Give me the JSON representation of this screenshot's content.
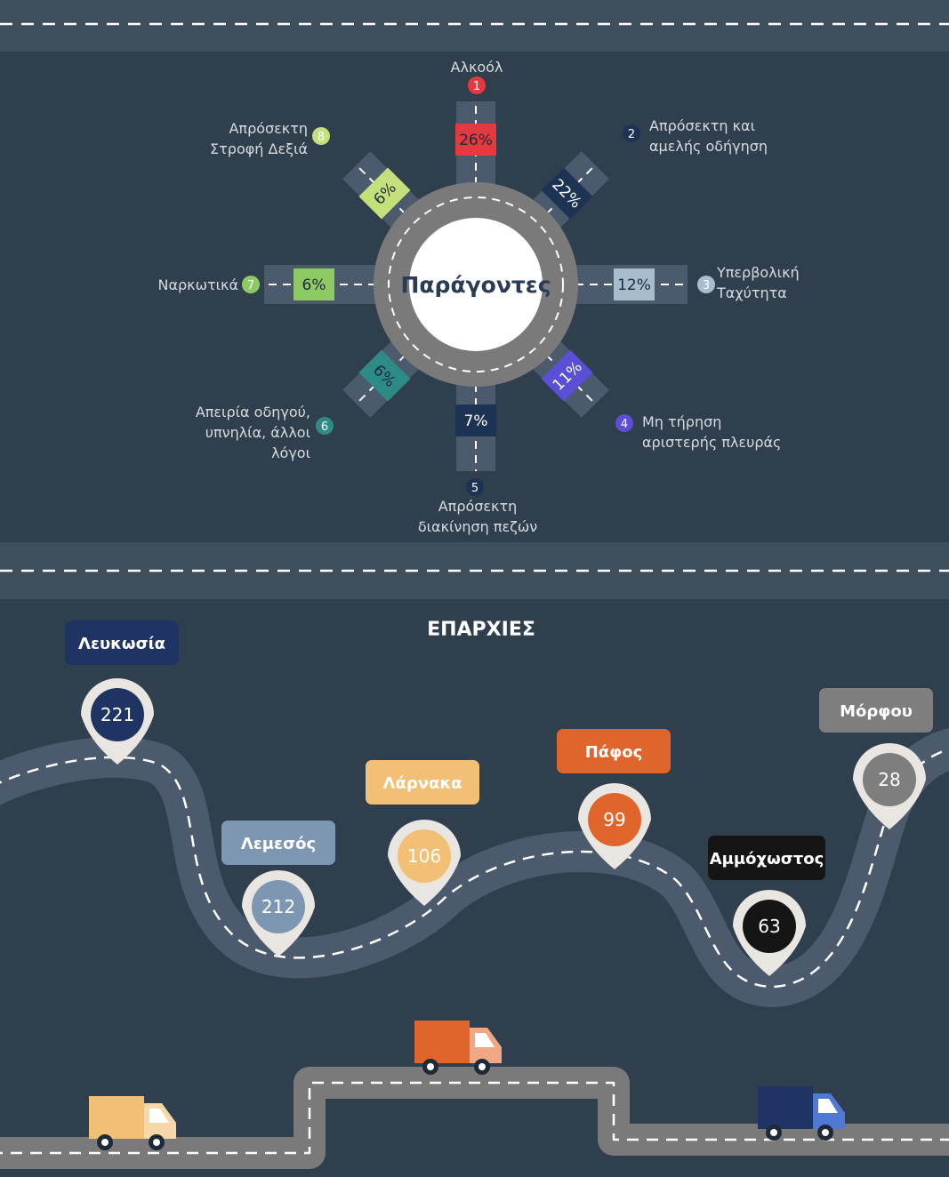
{
  "center_label": "Παράγοντες",
  "factors": [
    {
      "num": "1",
      "pct": "26%",
      "label": [
        "Αλκοόλ"
      ],
      "color": "#e23a3f",
      "text": "#1b2a3a"
    },
    {
      "num": "2",
      "pct": "22%",
      "label": [
        "Απρόσεκτη και",
        "αμελής οδήγηση"
      ],
      "color": "#1d3354",
      "text": "#ffffff"
    },
    {
      "num": "3",
      "pct": "12%",
      "label": [
        "Υπερβολική",
        "Ταχύτητα"
      ],
      "color": "#a9bccd",
      "text": "#1b2a3a"
    },
    {
      "num": "4",
      "pct": "11%",
      "label": [
        "Μη τήρηση",
        "αριστερής πλευράς"
      ],
      "color": "#5a4fd6",
      "text": "#ffffff"
    },
    {
      "num": "5",
      "pct": "7%",
      "label": [
        "Απρόσεκτη",
        "διακίνηση πεζών"
      ],
      "color": "#1d3354",
      "text": "#ffffff"
    },
    {
      "num": "6",
      "pct": "6%",
      "label": [
        "Απειρία οδηγού,",
        "υπνηλία, άλλοι",
        "λόγοι"
      ],
      "color": "#2e8a87",
      "text": "#1b2a3a"
    },
    {
      "num": "7",
      "pct": "6%",
      "label": [
        "Ναρκωτικά"
      ],
      "color": "#8dca63",
      "text": "#1b2a3a"
    },
    {
      "num": "8",
      "pct": "6%",
      "label": [
        "Απρόσεκτη",
        "Στροφή Δεξιά"
      ],
      "color": "#c4e07a",
      "text": "#1b2a3a"
    }
  ],
  "districts_title": "ΕΠΑΡΧΙΕΣ",
  "districts": [
    {
      "name": "Λευκωσία",
      "value": "221",
      "color": "#1f3462"
    },
    {
      "name": "Λεμεσός",
      "value": "212",
      "color": "#7d97b3"
    },
    {
      "name": "Λάρνακα",
      "value": "106",
      "color": "#f1c074"
    },
    {
      "name": "Πάφος",
      "value": "99",
      "color": "#e0652b"
    },
    {
      "name": "Αμμόχωστος",
      "value": "63",
      "color": "#151515"
    },
    {
      "name": "Μόρφου",
      "value": "28",
      "color": "#7e7e7e"
    }
  ]
}
